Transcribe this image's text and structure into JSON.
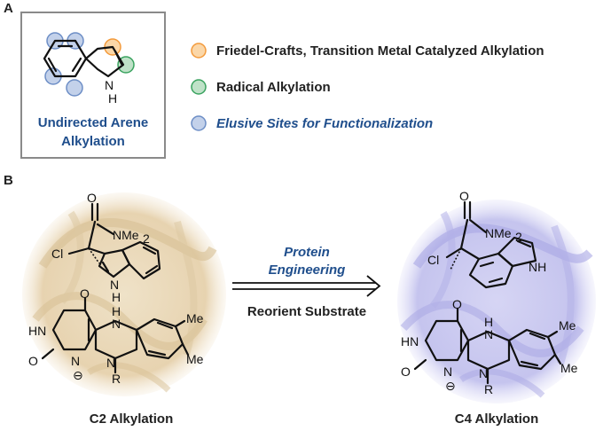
{
  "panel_a": {
    "letter": "A",
    "box_title_line1": "Undirected Arene",
    "box_title_line2": "Alkylation",
    "indole_atoms": {
      "n": "N",
      "h": "H"
    },
    "legend": [
      {
        "label": "Friedel-Crafts, Transition Metal Catalyzed Alkylation",
        "color": "#f39a3b",
        "style": "bold"
      },
      {
        "label": "Radical Alkylation",
        "color": "#3aa35f",
        "style": "bold"
      },
      {
        "label": "Elusive Sites for Functionalization",
        "color": "#6d8ec6",
        "style": "italic"
      }
    ]
  },
  "panel_b": {
    "letter": "B",
    "arrow_top_line1": "Protein",
    "arrow_top_line2": "Engineering",
    "arrow_bottom": "Reorient Substrate",
    "left_caption": "C2 Alkylation",
    "right_caption": "C4 Alkylation",
    "atoms": {
      "cl": "Cl",
      "nme2": "NMe",
      "sub2": "2",
      "nh": "NH",
      "n": "N",
      "h": "H",
      "hn": "HN",
      "o": "O",
      "me": "Me",
      "r": "R",
      "minus": "⊖"
    }
  },
  "colors": {
    "protein_left": "#e9d6b5",
    "protein_right": "#c9c8ef",
    "box_border": "#8a8a8a",
    "accent_blue": "#1f4e8c"
  }
}
